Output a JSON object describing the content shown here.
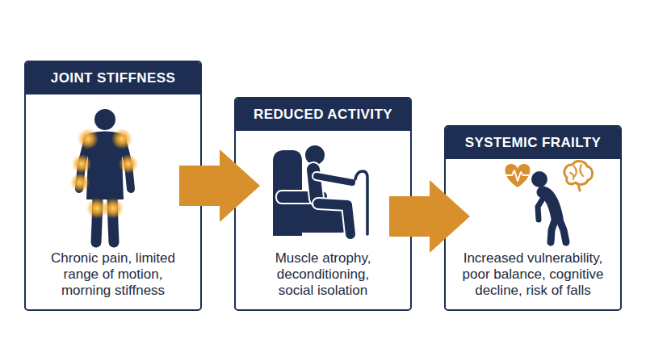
{
  "diagram": {
    "nodes": [
      {
        "text": [
          "JOINT STIFFNESS",
          "Chronic pain, limited range of motion, morning stiffness"
        ]
      },
      {
        "text": [
          "REDUCED ACTIVITY",
          "Muscle atrophy, deconditioning, social isolation"
        ]
      },
      {
        "text": [
          "SYSTEMIC FRAILTY",
          "Increased vulnerability, poor balance, cognitive decline, risk of falls"
        ]
      }
    ],
    "edges": [
      {
        "from": 0,
        "to": 1,
        "arrow": "to"
      },
      {
        "from": 1,
        "to": 2,
        "arrow": "to"
      }
    ]
  }
}
